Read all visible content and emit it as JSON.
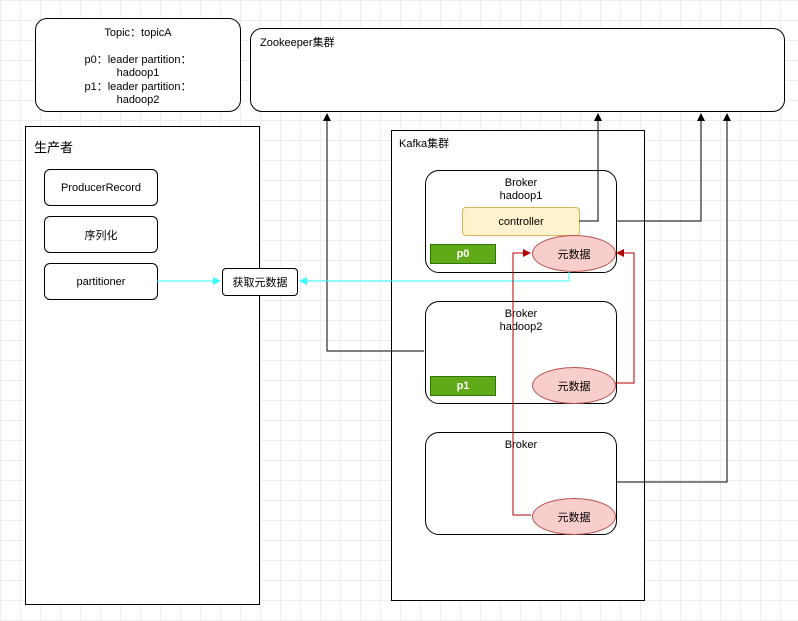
{
  "topic": {
    "line1": "Topic：topicA",
    "line2": "p0：leader partition：",
    "line3": "hadoop1",
    "line4": "p1：leader partition：",
    "line5": "hadoop2"
  },
  "zookeeper": {
    "title": "Zookeeper集群"
  },
  "producer": {
    "title": "生产者",
    "record": "ProducerRecord",
    "serializer": "序列化",
    "partitioner": "partitioner"
  },
  "get_metadata": "获取元数据",
  "kafka": {
    "title": "Kafka集群",
    "broker1": {
      "name": "Broker",
      "host": "hadoop1",
      "controller": "controller",
      "partition": "p0",
      "metadata": "元数据"
    },
    "broker2": {
      "name": "Broker",
      "host": "hadoop2",
      "partition": "p1",
      "metadata": "元数据"
    },
    "broker3": {
      "name": "Broker",
      "metadata": "元数据"
    }
  },
  "colors": {
    "partition_fill": "#60a917",
    "metadata_fill": "#f8cecc",
    "metadata_stroke": "#b85450",
    "controller_fill": "#fff2cc",
    "controller_stroke": "#d6b656",
    "metadata_sync_edge": "#b20000",
    "producer_request_edge": "#33ffff"
  }
}
